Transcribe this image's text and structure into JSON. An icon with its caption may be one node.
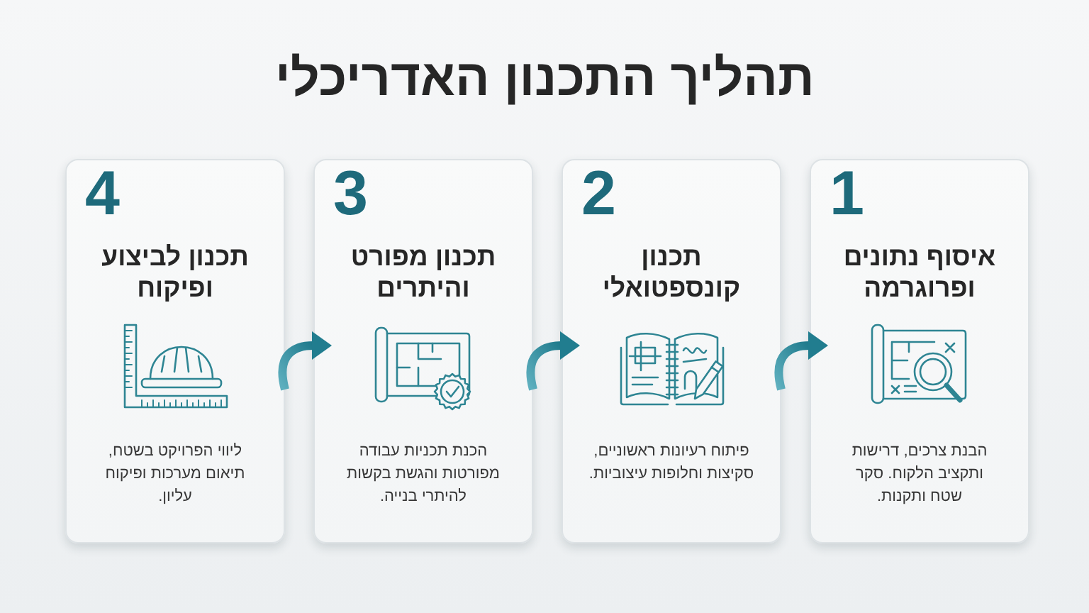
{
  "diagram": {
    "title": "תהליך התכנון האדריכלי",
    "nodes": [
      {
        "text": [
          "1",
          "איסוף נתונים ופרוגרמה",
          "הבנת צרכים, דרישות ותקציב הלקוח. סקר שטח ותקנות."
        ]
      },
      {
        "text": [
          "2",
          "תכנון קונספטואלי",
          "פיתוח רעיונות ראשוניים, סקיצות וחלופות עיצוביות."
        ]
      },
      {
        "text": [
          "3",
          "תכנון מפורט והיתרים",
          "הכנת תכניות עבודה מפורטות והגשת בקשות להיתרי בנייה."
        ]
      },
      {
        "text": [
          "4",
          "תכנון לביצוע ופיקוח",
          "ליווי הפרויקט בשטח, תיאום מערכות ופיקוח עליון."
        ]
      }
    ],
    "edges": [
      {
        "from": 3,
        "to": 2,
        "arrow": "to"
      },
      {
        "from": 2,
        "to": 1,
        "arrow": "to"
      },
      {
        "from": 1,
        "to": 0,
        "arrow": "to"
      }
    ]
  }
}
